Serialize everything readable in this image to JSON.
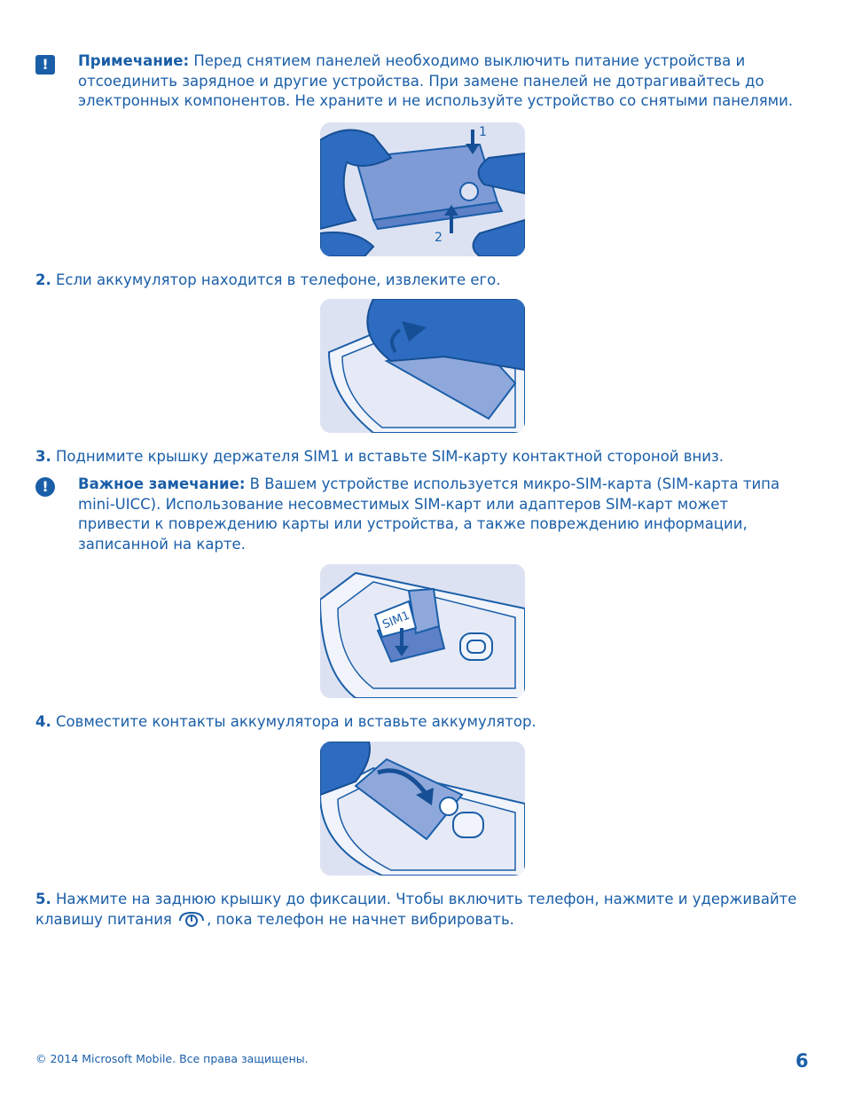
{
  "note": {
    "icon": "exclamation-icon",
    "label": "Примечание:",
    "line1": " Перед снятием панелей необходимо выключить питание устройства и",
    "line2": "отсоединить зарядное и другие устройства. При замене панелей не дотрагивайтесь до",
    "line3": "электронных компонентов. Не храните и не используйте устройство со снятыми панелями."
  },
  "illus1": {
    "label1": "1",
    "label2": "2"
  },
  "step2": {
    "number": "2.",
    "text": " Если аккумулятор находится в телефоне, извлеките его."
  },
  "step3": {
    "number": "3.",
    "text": " Поднимите крышку держателя SIM1 и вставьте SIM-карту контактной стороной вниз."
  },
  "important": {
    "icon": "exclamation-circle-icon",
    "label": "Важное замечание:",
    "line1": " В Вашем устройстве используется микро-SIM-карта (SIM-карта типа",
    "line2": "mini-UICC). Использование несовместимых SIM-карт или адаптеров SIM-карт может",
    "line3": "привести к повреждению карты или устройства, а также повреждению информации,",
    "line4": "записанной на карте."
  },
  "illus3": {
    "sim_label": "SIM1"
  },
  "step4": {
    "number": "4.",
    "text": " Совместите контакты аккумулятора и вставьте аккумулятор."
  },
  "step5": {
    "number": "5.",
    "line1": " Нажмите на заднюю крышку до фиксации. Чтобы включить телефон, нажмите и удерживайте",
    "line2a": "клавишу питания ",
    "power_icon": "power-key-icon",
    "line2b": ", пока телефон не начнет вибрировать."
  },
  "footer": {
    "copyright": "© 2014 Microsoft Mobile. Все права защищены.",
    "page": "6"
  },
  "colors": {
    "text": "#1a5ea8",
    "illustration_bg": "#dde2f2",
    "hand": "#2d6cc0",
    "device": "#a9b9e0"
  }
}
